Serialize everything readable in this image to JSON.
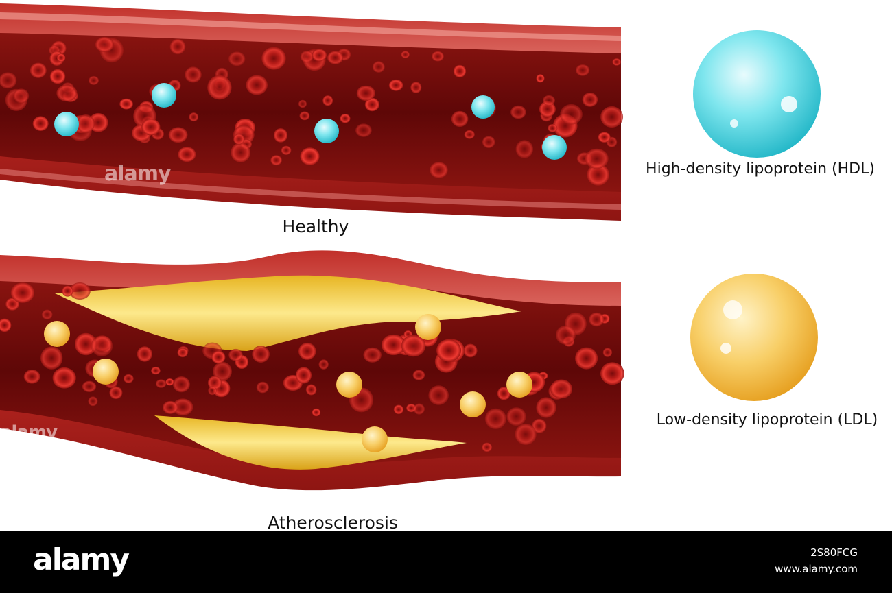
{
  "vessels": [
    {
      "caption": "Healthy",
      "particle": "hdl"
    },
    {
      "caption": "Atherosclerosis",
      "particle": "ldl"
    }
  ],
  "legend": [
    {
      "label": "High-density lipoprotein (HDL)",
      "color": "#3fd4e0",
      "highlight": "#e8fbfd"
    },
    {
      "label": "Low-density lipoprotein (LDL)",
      "color": "#f2b43a",
      "highlight": "#fff3c8"
    }
  ],
  "colors": {
    "vessel_wall": "#a8201c",
    "vessel_wall_highlight": "#e07a74",
    "lumen": "#7a0c0c",
    "blood_cell": "#d32420",
    "plaque": "#f0c838"
  },
  "watermark": "alamy",
  "footer": {
    "logo": "alamy",
    "image_id": "2S80FCG",
    "url": "www.alamy.com"
  }
}
